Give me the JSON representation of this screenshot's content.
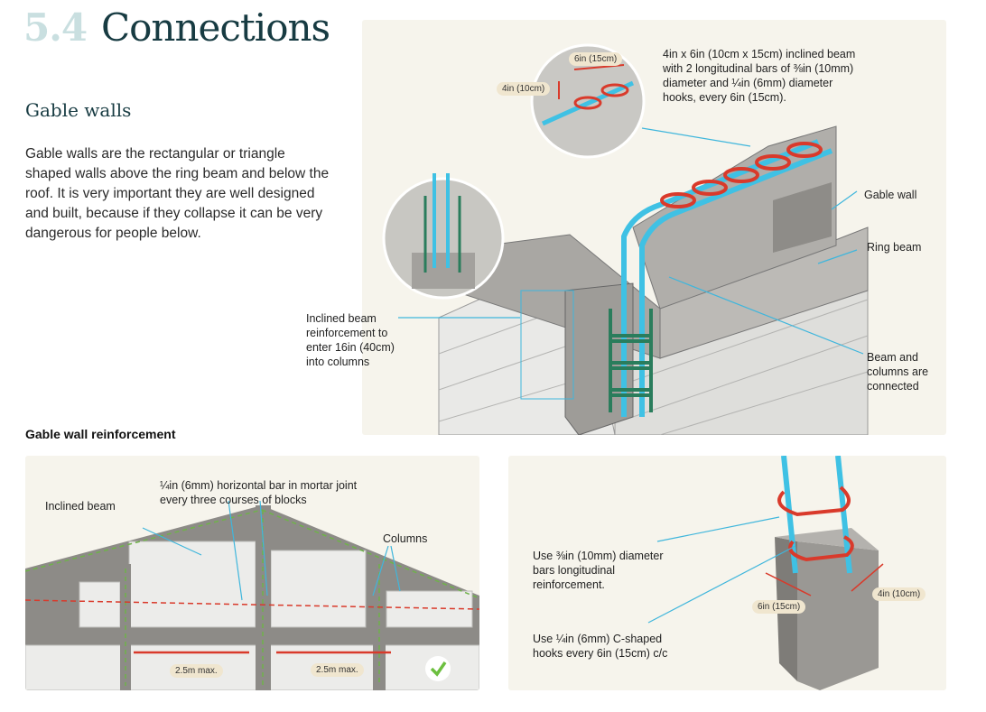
{
  "header": {
    "number": "5.4",
    "title": "Connections"
  },
  "section": {
    "subtitle": "Gable walls",
    "body": "Gable walls are the rectangular or triangle shaped walls above the ring beam and below the roof. It is very important they are well designed and built, because if they collapse it can be very dangerous for people below."
  },
  "top_figure": {
    "beam_spec": "4in x 6in (10cm x 15cm) inclined beam with 2 longitudinal bars of ⅜in (10mm) diameter and ¼in (6mm) diameter hooks, every 6in (15cm).",
    "tag_6in": "6in (15cm)",
    "tag_4in": "4in (10cm)",
    "gable_wall": "Gable wall",
    "ring_beam": "Ring beam",
    "inclined_note": "Inclined beam reinforcement to enter 16in (40cm) into columns",
    "connected_note": "Beam and columns are connected"
  },
  "reinforcement": {
    "heading": "Gable wall reinforcement",
    "inclined_beam": "Inclined beam",
    "horizontal_bar": "¼in (6mm) horizontal bar in mortar joint every three courses of blocks",
    "columns": "Columns",
    "max_left": "2.5m max.",
    "max_right": "2.5m max."
  },
  "detail": {
    "longitudinal_note": "Use ⅜in (10mm) diameter bars longitudinal reinforcement.",
    "hooks_note": "Use ¼in (6mm) C-shaped hooks every 6in (15cm) c/c",
    "tag_6in": "6in (15cm)",
    "tag_4in": "4in (10cm)"
  },
  "colors": {
    "accent_red": "#d93a2b",
    "rebar_blue": "#3fc1e4",
    "rebar_green": "#2a7d5c",
    "panel_bg": "#f6f4ec",
    "title_dark": "#173b42"
  }
}
